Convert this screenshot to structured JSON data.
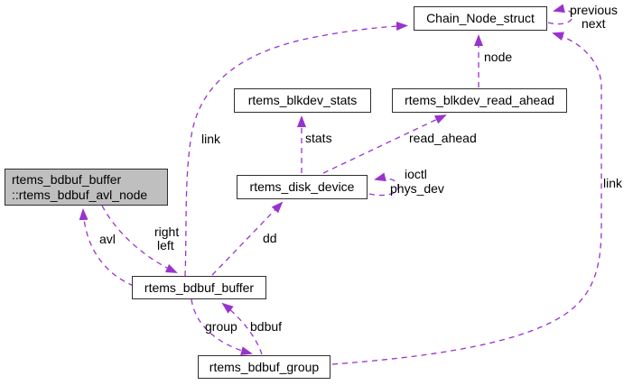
{
  "nodes": {
    "chain_node_struct": {
      "label": "Chain_Node_struct"
    },
    "rtems_blkdev_stats": {
      "label": "rtems_blkdev_stats"
    },
    "rtems_blkdev_read_ahead": {
      "label": "rtems_blkdev_read_ahead"
    },
    "rtems_bdbuf_avl_node": {
      "label_line1": "rtems_bdbuf_buffer",
      "label_line2": "::rtems_bdbuf_avl_node",
      "highlighted": true
    },
    "rtems_disk_device": {
      "label": "rtems_disk_device"
    },
    "rtems_bdbuf_buffer": {
      "label": "rtems_bdbuf_buffer"
    },
    "rtems_bdbuf_group": {
      "label": "rtems_bdbuf_group"
    }
  },
  "edge_labels": {
    "previous": "previous",
    "next": "next",
    "node": "node",
    "link_buffer_to_chain": "link",
    "stats": "stats",
    "read_ahead": "read_ahead",
    "ioctl": "ioctl",
    "phys_dev": "phys_dev",
    "avl": "avl",
    "right": "right",
    "left": "left",
    "dd": "dd",
    "group": "group",
    "bdbuf": "bdbuf",
    "link_group_to_chain": "link"
  },
  "colors": {
    "edge": "#9a32cd",
    "node_border": "#2e2e2e",
    "node_fill": "#ffffff",
    "highlight_fill": "#bfbfbf",
    "text": "#000000",
    "background": "#ffffff"
  }
}
